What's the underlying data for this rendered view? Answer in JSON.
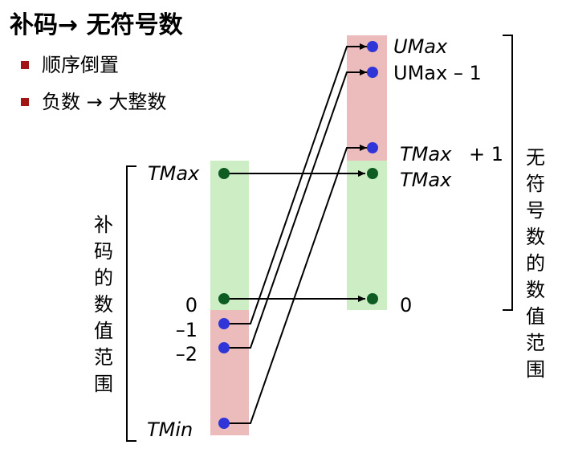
{
  "title": "补码→ 无符号数",
  "bullets": [
    "顺序倒置",
    "负数 → 大整数"
  ],
  "left_range_label": [
    "补",
    "码",
    "的",
    "数",
    "值",
    "范",
    "围"
  ],
  "right_range_label": [
    "无",
    "符",
    "号",
    "数",
    "的",
    "数",
    "值",
    "范",
    "围"
  ],
  "left_values": {
    "tmax": "TMax",
    "zero": "0",
    "neg1": "–1",
    "neg2": "–2",
    "tmin": "TMin"
  },
  "right_values": {
    "umax": "UMax",
    "umax_minus_1": "UMax – 1",
    "tmax_plus_1_a": "TMax",
    "tmax_plus_1_b": "+ 1",
    "tmax": "TMax",
    "zero": "0"
  },
  "colors": {
    "green_band": "#cdeec5",
    "red_band": "#ecbcbc",
    "green_dot": "#0f5c22",
    "blue_dot": "#2f35d6",
    "bullet": "#a01616"
  }
}
